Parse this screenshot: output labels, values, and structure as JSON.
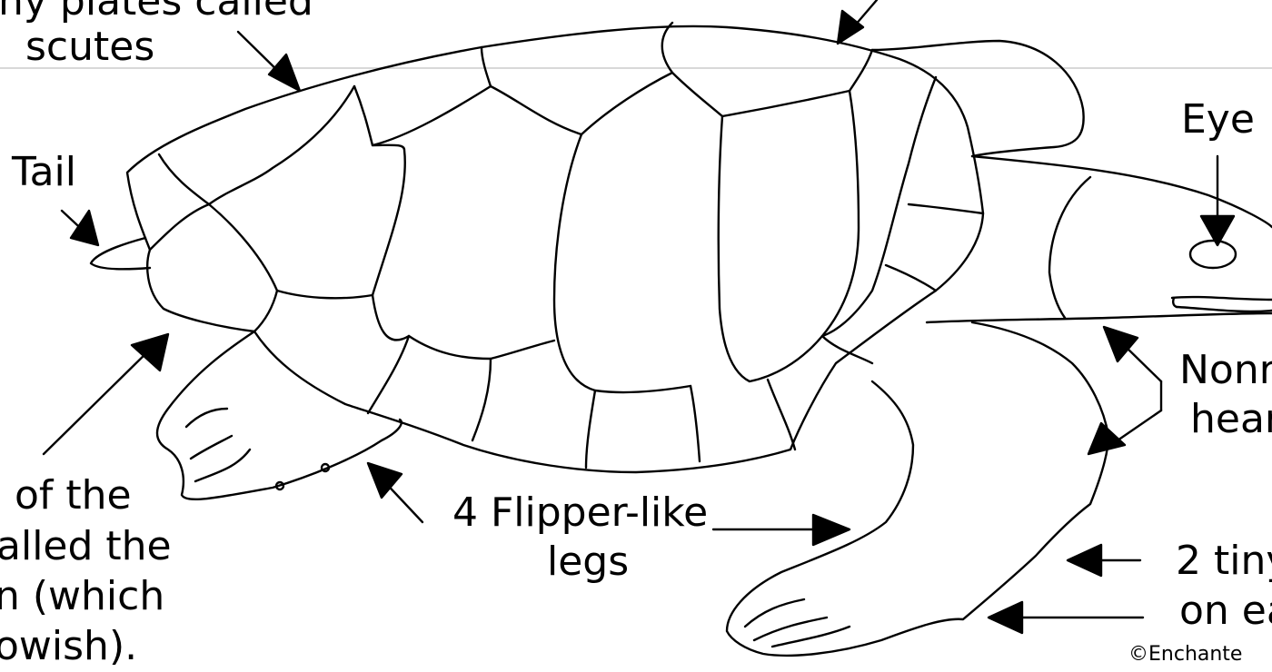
{
  "labels": {
    "scutes_top": "ny plates called",
    "scutes": "scutes",
    "tail": "Tail",
    "eye": "Eye",
    "nonretract_1": "Nonr",
    "nonretract_2": "hear",
    "flipper_1": "4 Flipper-like",
    "flipper_2": "legs",
    "plastron_1": "of the",
    "plastron_2": "alled the",
    "plastron_3": "n (which",
    "plastron_4": "owish).",
    "claws_1": "2 tiny",
    "claws_2": "on ea",
    "copyright": "©Enchante"
  },
  "colors": {
    "ink": "#000000",
    "paper": "#ffffff",
    "rule": "#cccccc"
  }
}
